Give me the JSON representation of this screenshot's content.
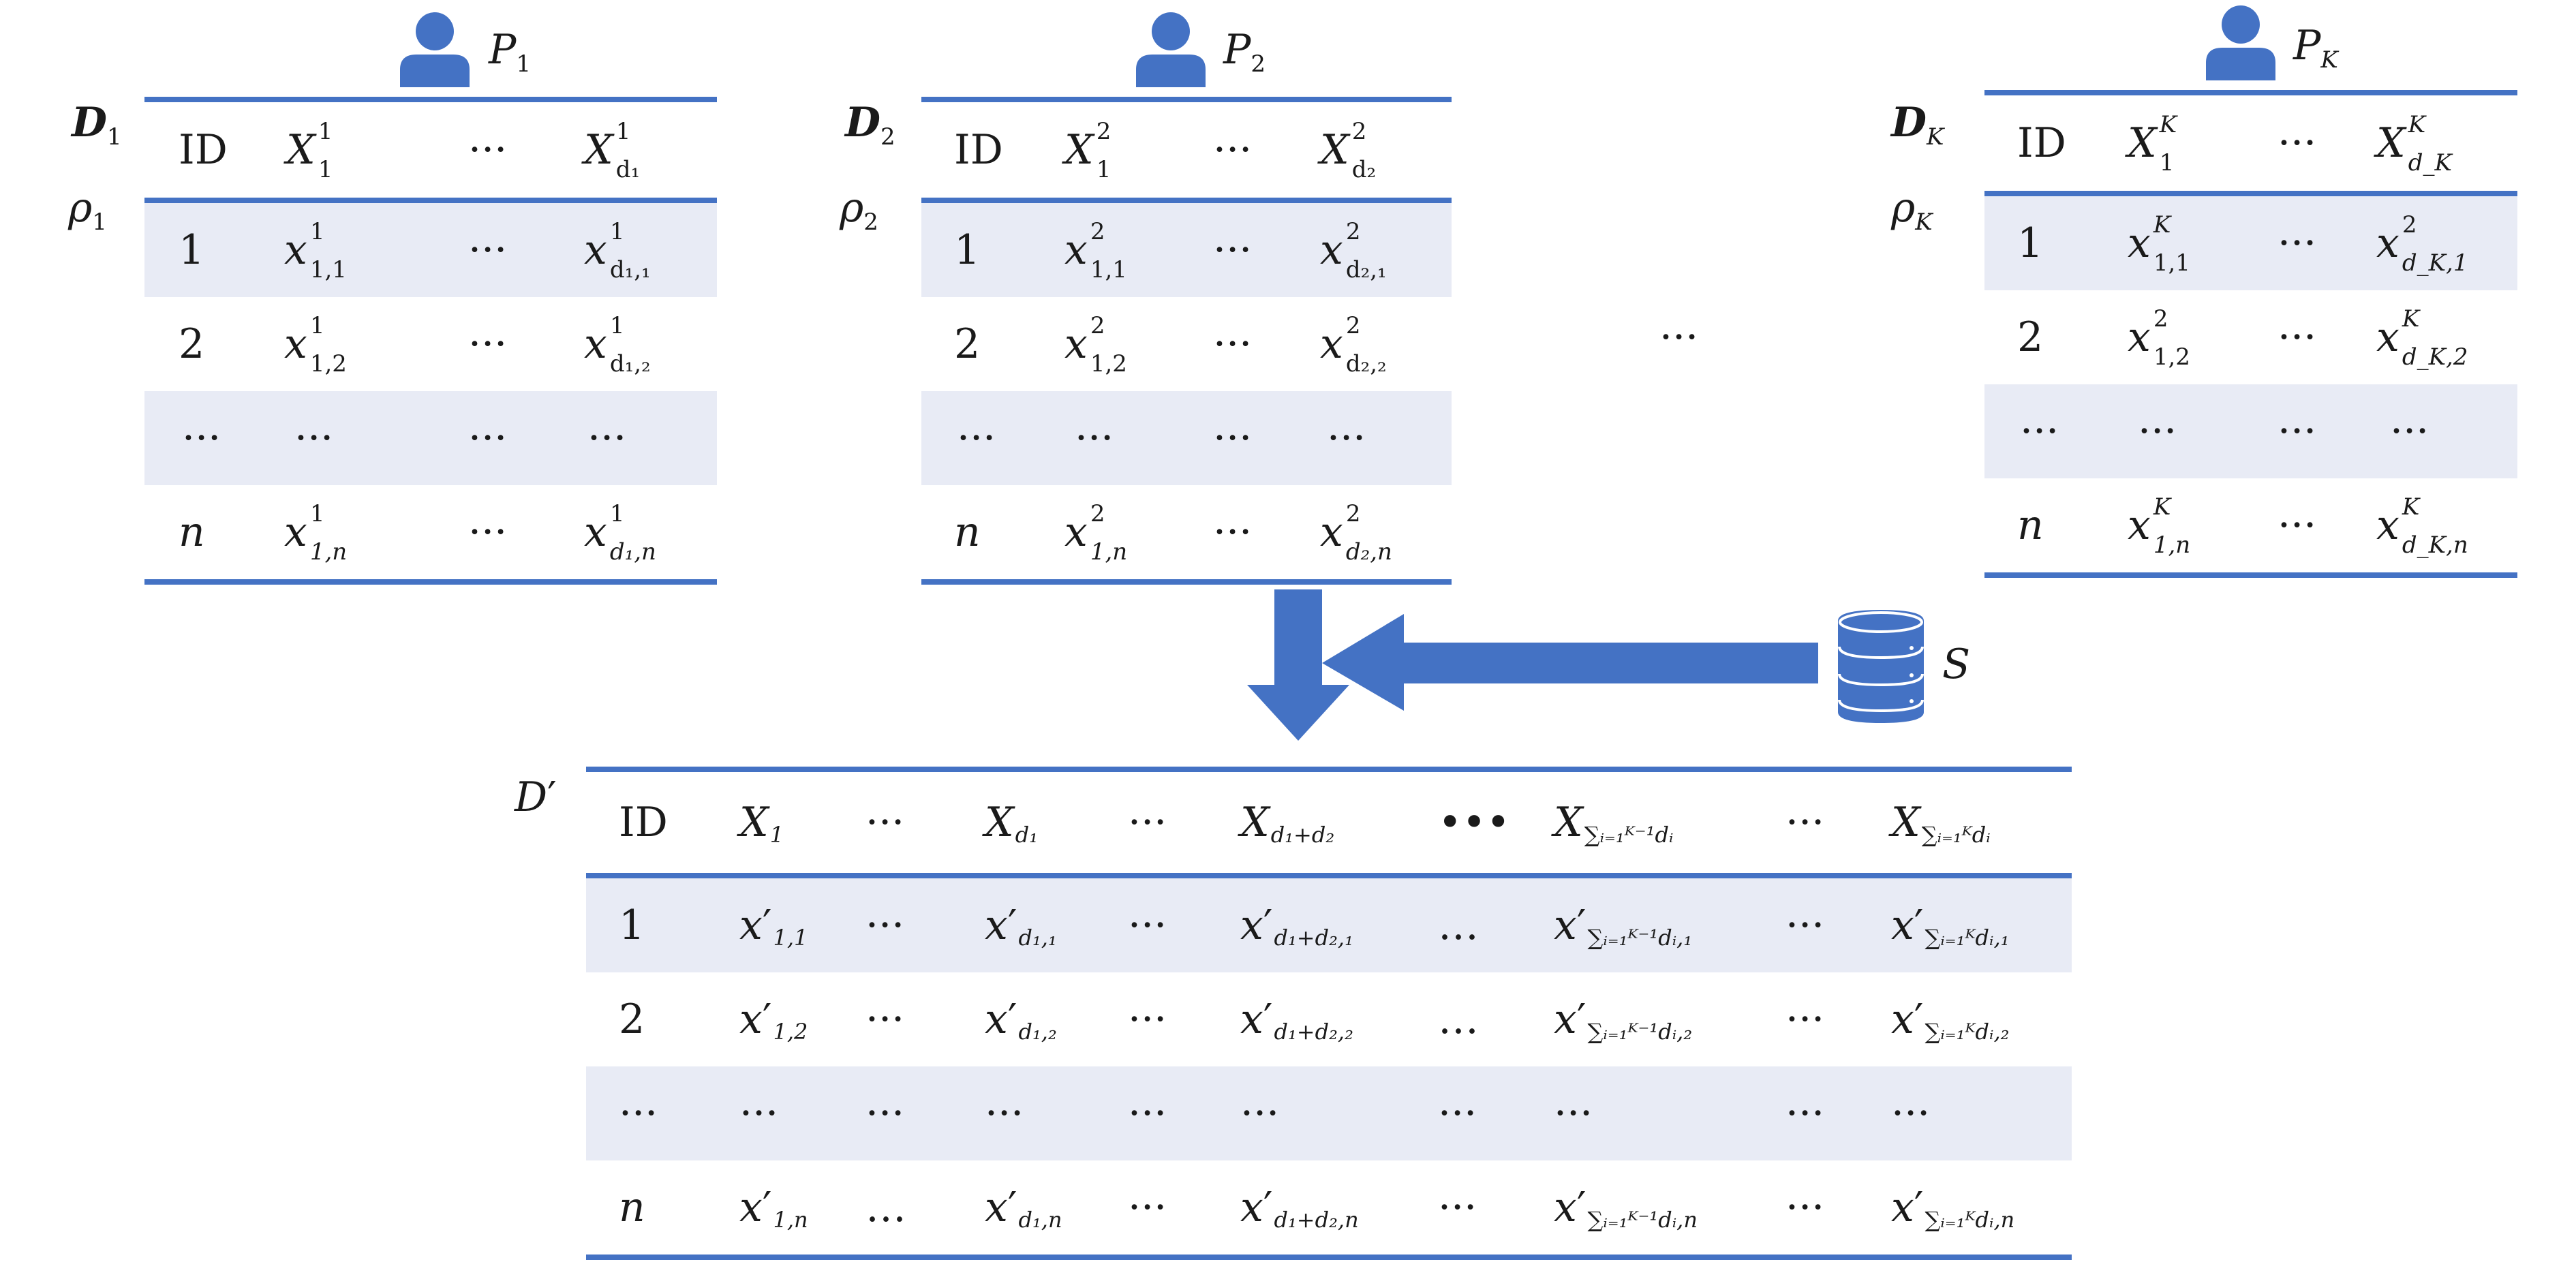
{
  "parties": [
    {
      "name_base": "P",
      "name_sub": "1",
      "dataset_base": "D",
      "dataset_sub": "1",
      "rho_base": "ρ",
      "rho_sub": "1",
      "header": {
        "id": "ID",
        "c1_base": "X",
        "c1_sup": "1",
        "c1_sub": "1",
        "dots": "···",
        "c3_base": "X",
        "c3_sup": "1",
        "c3_sub": "d₁"
      },
      "rows": [
        {
          "id": "1",
          "c1_base": "x",
          "c1_sup": "1",
          "c1_sub": "1,1",
          "dots": "···",
          "c3_base": "x",
          "c3_sup": "1",
          "c3_sub": "d₁,₁"
        },
        {
          "id": "2",
          "c1_base": "x",
          "c1_sup": "1",
          "c1_sub": "1,2",
          "dots": "···",
          "c3_base": "x",
          "c3_sup": "1",
          "c3_sub": "d₁,₂"
        },
        {
          "id": "···",
          "c1_base": "···",
          "c1_sup": "",
          "c1_sub": "",
          "dots": "···",
          "c3_base": "···",
          "c3_sup": "",
          "c3_sub": ""
        },
        {
          "id": "n",
          "c1_base": "x",
          "c1_sup": "1",
          "c1_sub": "1,n",
          "dots": "···",
          "c3_base": "x",
          "c3_sup": "1",
          "c3_sub": "d₁,n"
        }
      ]
    },
    {
      "name_base": "P",
      "name_sub": "2",
      "dataset_base": "D",
      "dataset_sub": "2",
      "rho_base": "ρ",
      "rho_sub": "2",
      "header": {
        "id": "ID",
        "c1_base": "X",
        "c1_sup": "2",
        "c1_sub": "1",
        "dots": "···",
        "c3_base": "X",
        "c3_sup": "2",
        "c3_sub": "d₂"
      },
      "rows": [
        {
          "id": "1",
          "c1_base": "x",
          "c1_sup": "2",
          "c1_sub": "1,1",
          "dots": "···",
          "c3_base": "x",
          "c3_sup": "2",
          "c3_sub": "d₂,₁"
        },
        {
          "id": "2",
          "c1_base": "x",
          "c1_sup": "2",
          "c1_sub": "1,2",
          "dots": "···",
          "c3_base": "x",
          "c3_sup": "2",
          "c3_sub": "d₂,₂"
        },
        {
          "id": "···",
          "c1_base": "···",
          "c1_sup": "",
          "c1_sub": "",
          "dots": "···",
          "c3_base": "···",
          "c3_sup": "",
          "c3_sub": ""
        },
        {
          "id": "n",
          "c1_base": "x",
          "c1_sup": "2",
          "c1_sub": "1,n",
          "dots": "···",
          "c3_base": "x",
          "c3_sup": "2",
          "c3_sub": "d₂,n"
        }
      ]
    },
    {
      "name_base": "P",
      "name_sub": "K",
      "dataset_base": "D",
      "dataset_sub": "K",
      "rho_base": "ρ",
      "rho_sub": "K",
      "header": {
        "id": "ID",
        "c1_base": "X",
        "c1_sup": "K",
        "c1_sub": "1",
        "dots": "···",
        "c3_base": "X",
        "c3_sup": "K",
        "c3_sub": "d_K"
      },
      "rows": [
        {
          "id": "1",
          "c1_base": "x",
          "c1_sup": "K",
          "c1_sub": "1,1",
          "dots": "···",
          "c3_base": "x",
          "c3_sup": "2",
          "c3_sub": "d_K,1"
        },
        {
          "id": "2",
          "c1_base": "x",
          "c1_sup": "2",
          "c1_sub": "1,2",
          "dots": "···",
          "c3_base": "x",
          "c3_sup": "K",
          "c3_sub": "d_K,2"
        },
        {
          "id": "···",
          "c1_base": "···",
          "c1_sup": "",
          "c1_sub": "",
          "dots": "···",
          "c3_base": "···",
          "c3_sup": "",
          "c3_sub": ""
        },
        {
          "id": "n",
          "c1_base": "x",
          "c1_sup": "K",
          "c1_sub": "1,n",
          "dots": "···",
          "c3_base": "x",
          "c3_sup": "K",
          "c3_sub": "d_K,n"
        }
      ]
    }
  ],
  "between_dots": "···",
  "server_label": "S",
  "merged": {
    "label_base": "D",
    "label_prime": "′",
    "header": [
      {
        "base": "ID",
        "prime": "",
        "sub": "",
        "italic": false
      },
      {
        "base": "X",
        "prime": "",
        "sub": "1",
        "italic": true
      },
      {
        "base": "···",
        "prime": "",
        "sub": "",
        "italic": false
      },
      {
        "base": "X",
        "prime": "",
        "sub": "d₁",
        "italic": true
      },
      {
        "base": "···",
        "prime": "",
        "sub": "",
        "italic": false
      },
      {
        "base": "X",
        "prime": "",
        "sub": "d₁+d₂",
        "italic": true
      },
      {
        "base": "•••",
        "prime": "",
        "sub": "",
        "italic": false
      },
      {
        "base": "X",
        "prime": "",
        "sub": "∑ᵢ₌₁ᴷ⁻¹dᵢ",
        "italic": true
      },
      {
        "base": "···",
        "prime": "",
        "sub": "",
        "italic": false
      },
      {
        "base": "X",
        "prime": "",
        "sub": "∑ᵢ₌₁ᴷdᵢ",
        "italic": true
      }
    ],
    "rows": [
      [
        {
          "base": "1",
          "prime": "",
          "sub": "",
          "italic": false
        },
        {
          "base": "x",
          "prime": "′",
          "sub": "1,1",
          "italic": true
        },
        {
          "base": "···",
          "prime": "",
          "sub": "",
          "italic": false
        },
        {
          "base": "x",
          "prime": "′",
          "sub": "d₁,₁",
          "italic": true
        },
        {
          "base": "···",
          "prime": "",
          "sub": "",
          "italic": false
        },
        {
          "base": "x",
          "prime": "′",
          "sub": "d₁+d₂,₁",
          "italic": true
        },
        {
          "base": "…",
          "prime": "",
          "sub": "",
          "italic": false
        },
        {
          "base": "x",
          "prime": "′",
          "sub": "∑ᵢ₌₁ᴷ⁻¹dᵢ,₁",
          "italic": true
        },
        {
          "base": "···",
          "prime": "",
          "sub": "",
          "italic": false
        },
        {
          "base": "x",
          "prime": "′",
          "sub": "∑ᵢ₌₁ᴷdᵢ,₁",
          "italic": true
        }
      ],
      [
        {
          "base": "2",
          "prime": "",
          "sub": "",
          "italic": false
        },
        {
          "base": "x",
          "prime": "′",
          "sub": "1,2",
          "italic": true
        },
        {
          "base": "···",
          "prime": "",
          "sub": "",
          "italic": false
        },
        {
          "base": "x",
          "prime": "′",
          "sub": "d₁,₂",
          "italic": true
        },
        {
          "base": "···",
          "prime": "",
          "sub": "",
          "italic": false
        },
        {
          "base": "x",
          "prime": "′",
          "sub": "d₁+d₂,₂",
          "italic": true
        },
        {
          "base": "…",
          "prime": "",
          "sub": "",
          "italic": false
        },
        {
          "base": "x",
          "prime": "′",
          "sub": "∑ᵢ₌₁ᴷ⁻¹dᵢ,₂",
          "italic": true
        },
        {
          "base": "···",
          "prime": "",
          "sub": "",
          "italic": false
        },
        {
          "base": "x",
          "prime": "′",
          "sub": "∑ᵢ₌₁ᴷdᵢ,₂",
          "italic": true
        }
      ],
      [
        {
          "base": "···",
          "prime": "",
          "sub": "",
          "italic": false
        },
        {
          "base": "···",
          "prime": "",
          "sub": "",
          "italic": false
        },
        {
          "base": "···",
          "prime": "",
          "sub": "",
          "italic": false
        },
        {
          "base": "···",
          "prime": "",
          "sub": "",
          "italic": false
        },
        {
          "base": "···",
          "prime": "",
          "sub": "",
          "italic": false
        },
        {
          "base": "···",
          "prime": "",
          "sub": "",
          "italic": false
        },
        {
          "base": "···",
          "prime": "",
          "sub": "",
          "italic": false
        },
        {
          "base": "···",
          "prime": "",
          "sub": "",
          "italic": false
        },
        {
          "base": "···",
          "prime": "",
          "sub": "",
          "italic": false
        },
        {
          "base": "···",
          "prime": "",
          "sub": "",
          "italic": false
        }
      ],
      [
        {
          "base": "n",
          "prime": "",
          "sub": "",
          "italic": true
        },
        {
          "base": "x",
          "prime": "′",
          "sub": "1,n",
          "italic": true
        },
        {
          "base": "…",
          "prime": "",
          "sub": "",
          "italic": false
        },
        {
          "base": "x",
          "prime": "′",
          "sub": "d₁,n",
          "italic": true
        },
        {
          "base": "···",
          "prime": "",
          "sub": "",
          "italic": false
        },
        {
          "base": "x",
          "prime": "′",
          "sub": "d₁+d₂,n",
          "italic": true
        },
        {
          "base": "···",
          "prime": "",
          "sub": "",
          "italic": false
        },
        {
          "base": "x",
          "prime": "′",
          "sub": "∑ᵢ₌₁ᴷ⁻¹dᵢ,n",
          "italic": true
        },
        {
          "base": "···",
          "prime": "",
          "sub": "",
          "italic": false
        },
        {
          "base": "x",
          "prime": "′",
          "sub": "∑ᵢ₌₁ᴷdᵢ,n",
          "italic": true
        }
      ]
    ]
  },
  "colors": {
    "accent": "#4472c4",
    "row_shade": "#e8ebf5",
    "text": "#1a1a1a"
  },
  "icons": {
    "party": "person-icon",
    "server": "database-icon",
    "arrow_left": "arrow-left-icon",
    "arrow_down": "arrow-down-icon"
  }
}
